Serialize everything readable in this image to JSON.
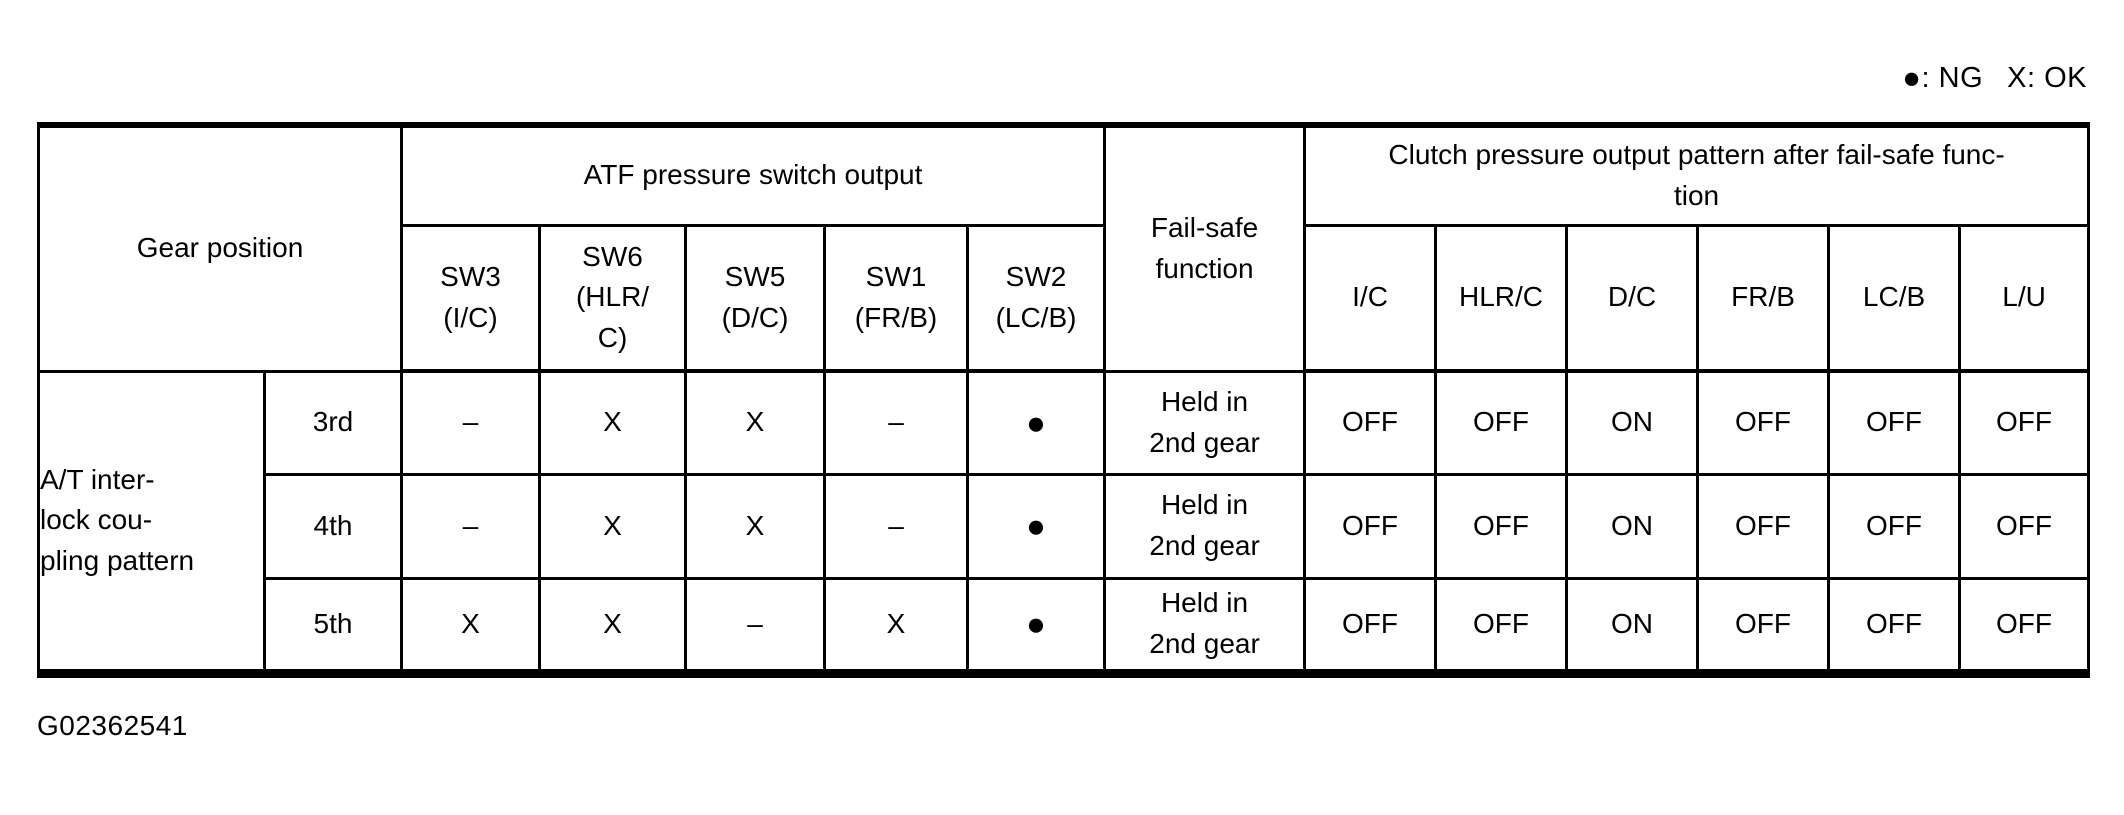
{
  "colors": {
    "ink": "#000000",
    "paper": "#ffffff"
  },
  "legend": {
    "ng_symbol": "●",
    "ng_label": ": NG",
    "ok_symbol": "X",
    "ok_label": ": OK"
  },
  "figure_id": "G02362541",
  "table": {
    "headers": {
      "gear_position": "Gear position",
      "atf_group": "ATF pressure switch output",
      "fail_safe": "Fail-safe\nfunction",
      "clutch_group": "Clutch pressure output pattern after fail-safe func-\ntion",
      "atf_columns": [
        "SW3\n(I/C)",
        "SW6\n(HLR/\nC)",
        "SW5\n(D/C)",
        "SW1\n(FR/B)",
        "SW2\n(LC/B)"
      ],
      "clutch_columns": [
        "I/C",
        "HLR/C",
        "D/C",
        "FR/B",
        "LC/B",
        "L/U"
      ]
    },
    "row_group_label": "A/T inter-\nlock cou-\npling pattern",
    "rows": [
      {
        "gear": "3rd",
        "atf": [
          "–",
          "X",
          "X",
          "–",
          "●"
        ],
        "fail_safe": "Held in\n2nd gear",
        "clutch": [
          "OFF",
          "OFF",
          "ON",
          "OFF",
          "OFF",
          "OFF"
        ]
      },
      {
        "gear": "4th",
        "atf": [
          "–",
          "X",
          "X",
          "–",
          "●"
        ],
        "fail_safe": "Held in\n2nd gear",
        "clutch": [
          "OFF",
          "OFF",
          "ON",
          "OFF",
          "OFF",
          "OFF"
        ]
      },
      {
        "gear": "5th",
        "atf": [
          "X",
          "X",
          "–",
          "X",
          "●"
        ],
        "fail_safe": "Held in\n2nd gear",
        "clutch": [
          "OFF",
          "OFF",
          "ON",
          "OFF",
          "OFF",
          "OFF"
        ]
      }
    ]
  }
}
